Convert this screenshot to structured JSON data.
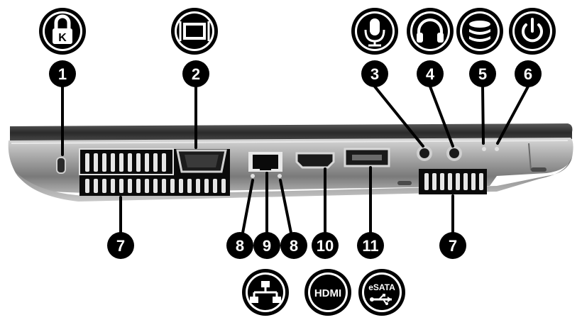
{
  "callouts": [
    {
      "id": "c1",
      "number": "1"
    },
    {
      "id": "c2",
      "number": "2"
    },
    {
      "id": "c3",
      "number": "3"
    },
    {
      "id": "c4",
      "number": "4"
    },
    {
      "id": "c5",
      "number": "5"
    },
    {
      "id": "c6",
      "number": "6"
    },
    {
      "id": "c7a",
      "number": "7"
    },
    {
      "id": "c7b",
      "number": "7"
    },
    {
      "id": "c8a",
      "number": "8"
    },
    {
      "id": "c9",
      "number": "9"
    },
    {
      "id": "c8b",
      "number": "8"
    },
    {
      "id": "c10",
      "number": "10"
    },
    {
      "id": "c11",
      "number": "11"
    }
  ],
  "bottom_icons": {
    "hdmi_text": "HDMI",
    "esata_text": "eSATA"
  },
  "icons": {
    "c1": "lock-icon",
    "c2": "monitor-icon",
    "c3": "microphone-icon",
    "c4": "headphones-icon",
    "c5": "drive-icon",
    "c6": "power-icon",
    "network": "network-icon",
    "hdmi": "hdmi-icon",
    "esata": "esata-usb-icon"
  },
  "colors": {
    "black": "#000000",
    "body_gray": "#8a8a8a",
    "dark_gray": "#3a3a3a"
  }
}
